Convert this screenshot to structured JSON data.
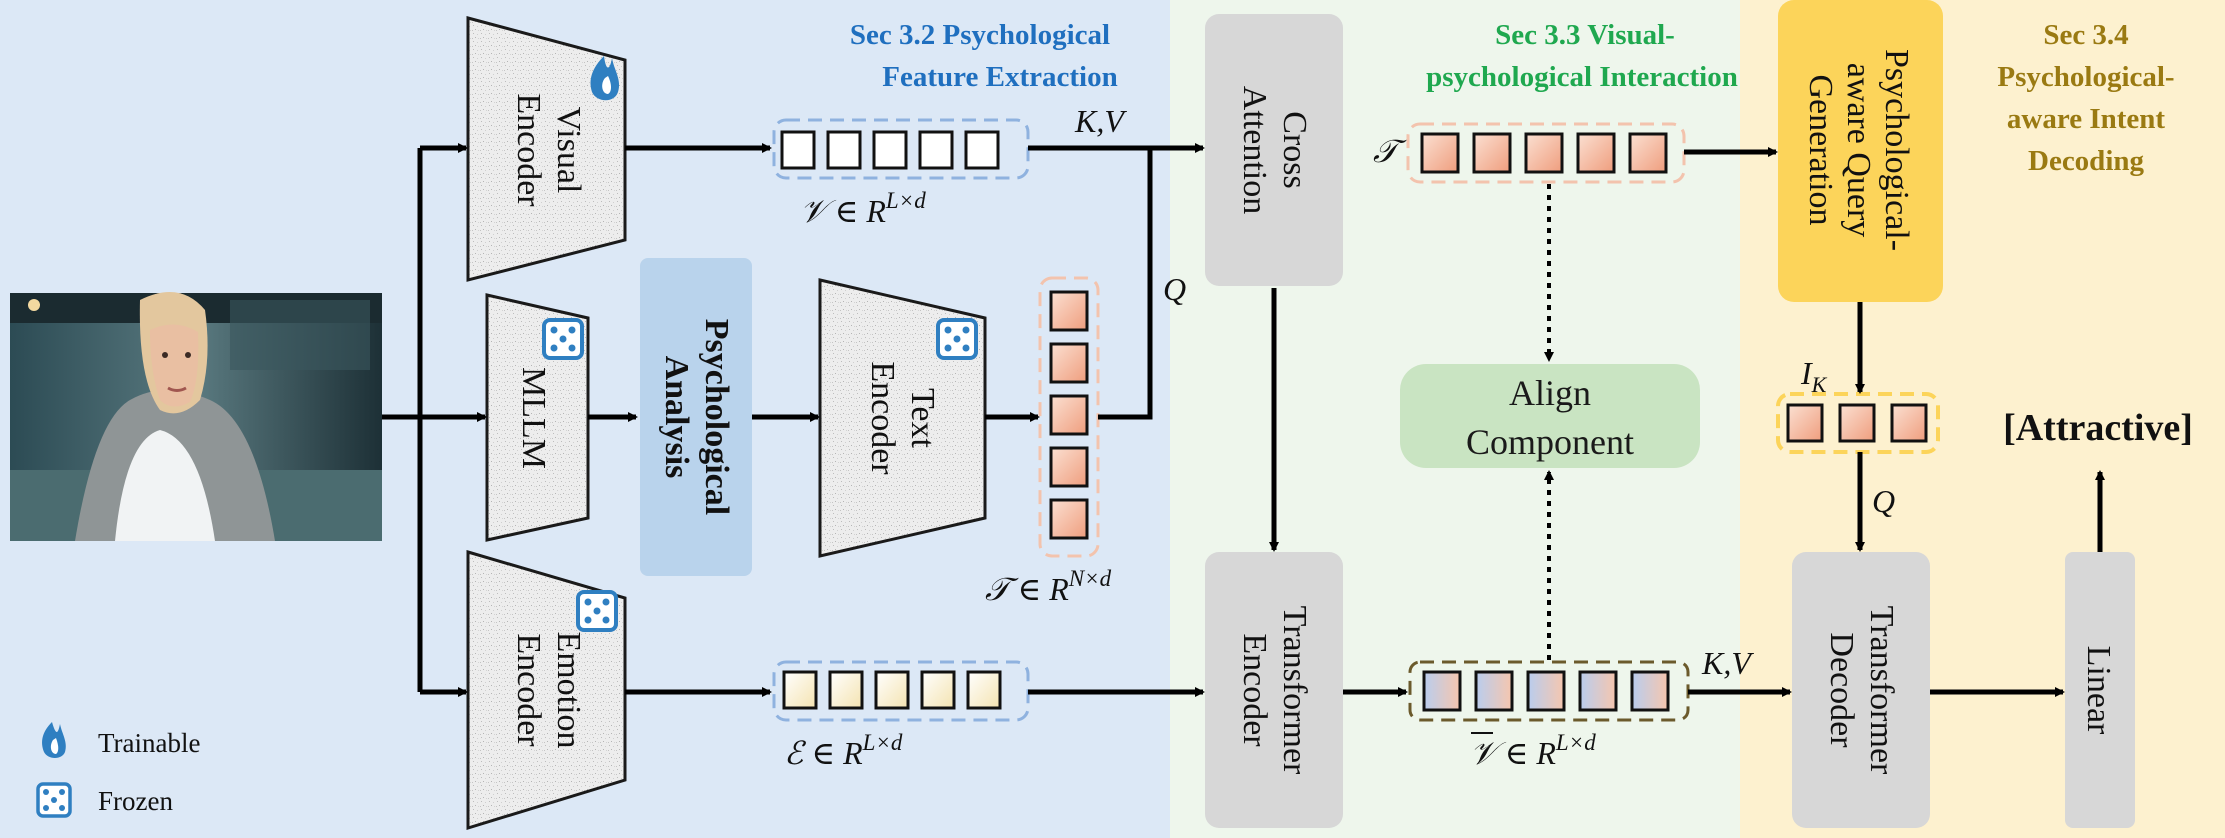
{
  "sections": {
    "s32": {
      "line1": "Sec 3.2 Psychological",
      "line2": "Feature Extraction",
      "color": "#1f6fbf"
    },
    "s33": {
      "line1": "Sec 3.3 Visual-",
      "line2": "psychological Interaction",
      "color": "#1fa84f"
    },
    "s34": {
      "line1": "Sec 3.4",
      "line2": "Psychological-",
      "line3": "aware Intent",
      "line4": "Decoding",
      "color": "#9a7a12"
    }
  },
  "blocks": {
    "visual_encoder": {
      "line1": "Visual",
      "line2": "Encoder"
    },
    "mllm": {
      "label": "MLLM"
    },
    "emotion_encoder": {
      "line1": "Emotion",
      "line2": "Encoder"
    },
    "psych_analysis": {
      "line1": "Psychological",
      "line2": "Analysis"
    },
    "text_encoder": {
      "line1": "Text",
      "line2": "Encoder"
    },
    "cross_attention": {
      "line1": "Cross",
      "line2": "Attention"
    },
    "transformer_encoder": {
      "line1": "Transformer",
      "line2": "Encoder"
    },
    "align_component": {
      "line1": "Align",
      "line2": "Component"
    },
    "query_generation": {
      "line1": "Psychological-",
      "line2": "aware Query",
      "line3": "Generation"
    },
    "transformer_decoder": {
      "line1": "Transformer",
      "line2": "Decoder"
    },
    "linear": {
      "label": "Linear"
    }
  },
  "math": {
    "v_set": "𝒱 ∈ R",
    "v_sup": "L×d",
    "t_set": "𝒯 ∈ R",
    "t_sup": "N×d",
    "e_set": "ℰ ∈ R",
    "e_sup": "L×d",
    "vbar_set": "𝒱 ∈ R",
    "vbar_sup": "L×d",
    "kv_top": "K,V",
    "kv_bottom": "K,V",
    "q_text": "Q",
    "q_decoder": "Q",
    "t_token": "𝒯",
    "ik": "I",
    "ik_sub": "K"
  },
  "output": {
    "label": "[Attractive]"
  },
  "legend": {
    "trainable": "Trainable",
    "frozen": "Frozen"
  },
  "colors": {
    "bg_left": "#dce8f6",
    "bg_middle": "#eef6ec",
    "bg_right": "#fdf1cf",
    "psych_box": "#b9d3ec",
    "gray_block": "#d7d7d7",
    "align_box": "#c9e4c2",
    "query_box": "#fcd45a",
    "token_orange": "#f4b49a",
    "icon_blue": "#2f7fc1"
  }
}
